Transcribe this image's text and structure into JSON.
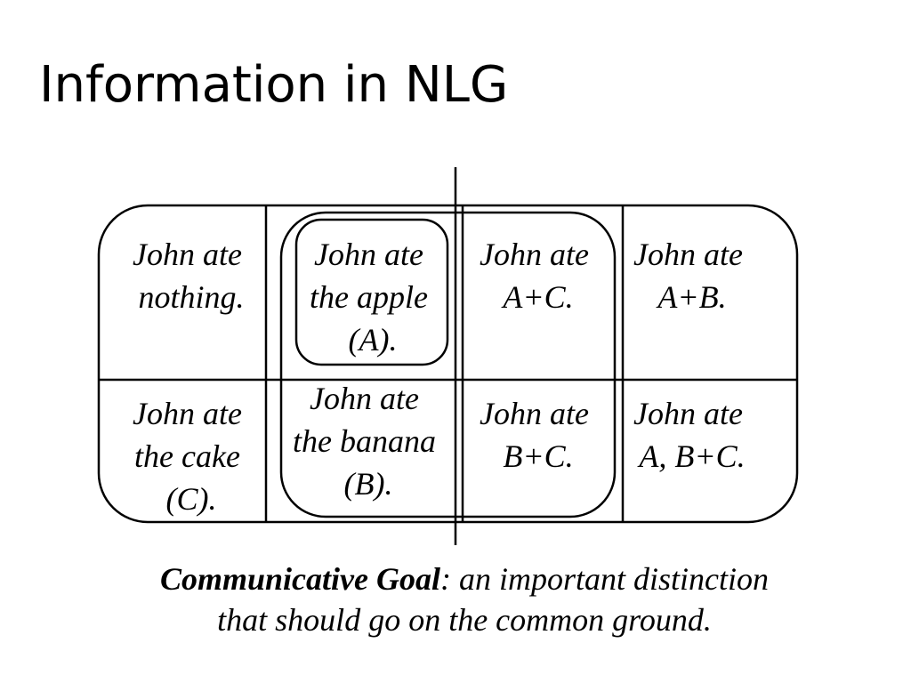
{
  "slide": {
    "title": "Information in NLG"
  },
  "diagram": {
    "cells": {
      "nothing": [
        "John ate",
        "nothing."
      ],
      "apple": [
        "John ate",
        "the apple",
        "(A)."
      ],
      "ac": [
        "John ate",
        "A+C."
      ],
      "ab": [
        "John ate",
        "A+B."
      ],
      "cake": [
        "John ate",
        "the cake",
        "(C)."
      ],
      "banana": [
        "John ate",
        "the banana",
        "(B)."
      ],
      "bc": [
        "John ate",
        "B+C."
      ],
      "abc": [
        "John ate",
        "A, B+C."
      ]
    }
  },
  "caption": {
    "term": "Communicative Goal",
    "text": ": an important distinction",
    "line2": "that should go on the common ground."
  },
  "colors": {
    "ink": "#000000",
    "background": "#ffffff"
  }
}
